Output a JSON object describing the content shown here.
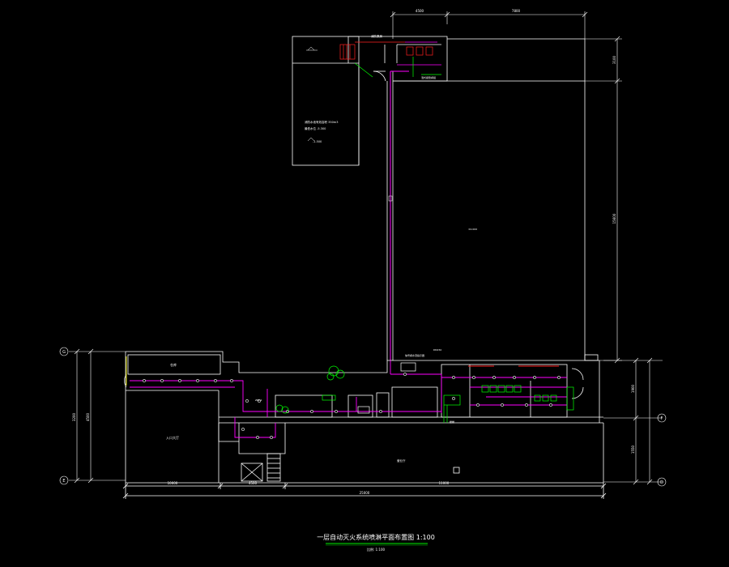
{
  "drawing": {
    "title": "一层自动灭火系统喷淋平面布置图 1:100",
    "subtitle": "比例: 1:100",
    "colors": {
      "background": "#000000",
      "wall": "#ffffff",
      "pipe": "#ff00ff",
      "pipe_red": "#ff2020",
      "green": "#00ff00",
      "title_underline": "#00c000"
    }
  },
  "axes": {
    "g_label": "G",
    "e_label": "E",
    "f_label": "F",
    "d_label": "D"
  },
  "dims": {
    "top_a": "4500",
    "top_b": "7800",
    "right_a": "3100",
    "right_b": "15600",
    "bot_a": "10000",
    "bot_b": "4500",
    "bot_c": "11000",
    "bot_total": "25000",
    "left_a": "3200",
    "left_b": "4500",
    "right2_a": "1900",
    "right2_b": "1550"
  },
  "labels": {
    "pump_room": "消防泵房",
    "tank_note_1": "消防水池有效容积 350m3",
    "tank_note_2": "最低水位 -5.300",
    "tank_level": "-1.500",
    "stair": "楼梯",
    "storage": "仓库",
    "hall": "营业厅",
    "small_hall": "入口大厅",
    "riser": "ZPL-1",
    "alarm_valve": "湿式报警阀组",
    "valve_note": "信号阀水流指示器",
    "pipe_size": "DN150",
    "note_vertical": "DN150",
    "level_mark": "±0.000"
  }
}
